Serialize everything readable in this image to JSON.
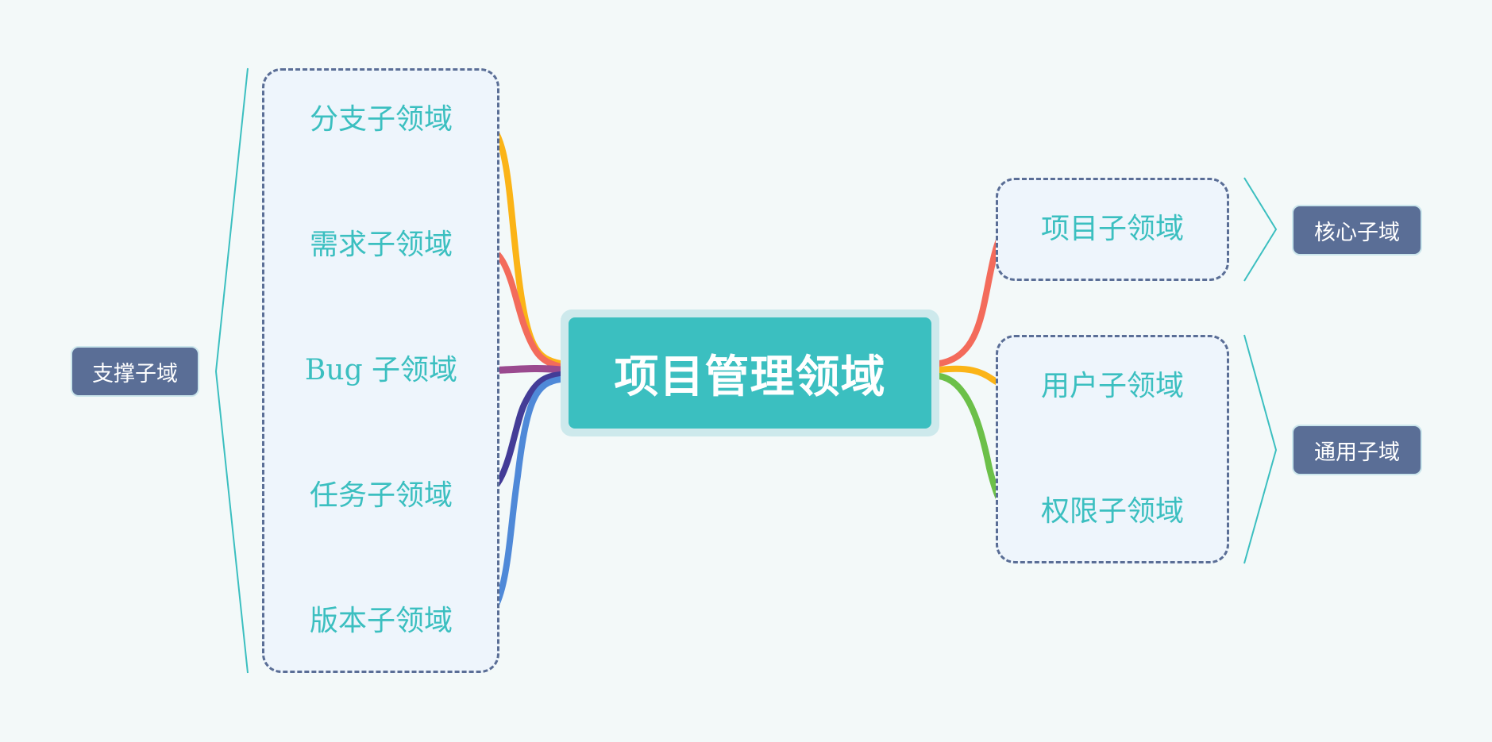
{
  "center": {
    "label": "项目管理领域"
  },
  "support": {
    "tag": "支撑子域",
    "items": [
      "分支子领域",
      "需求子领域",
      "Bug 子领域",
      "任务子领域",
      "版本子领域"
    ]
  },
  "core": {
    "tag": "核心子域",
    "items": [
      "项目子领域"
    ]
  },
  "generic": {
    "tag": "通用子域",
    "items": [
      "用户子领域",
      "权限子领域"
    ]
  },
  "colors": {
    "background": "#f3f9f9",
    "center_fill": "#3bbfc0",
    "center_border": "#cde9ec",
    "tag_fill": "#5a6e96",
    "label_text": "#3bbfc0",
    "box_border": "#5a6e96",
    "box_fill": "#eef5fc",
    "bracket": "#3bbfc0",
    "branch_colors": [
      "#fbb417",
      "#f36b5b",
      "#9a4a8f",
      "#433c97",
      "#4f89d8",
      "#f36b5b",
      "#fbb417",
      "#6cc049"
    ]
  }
}
